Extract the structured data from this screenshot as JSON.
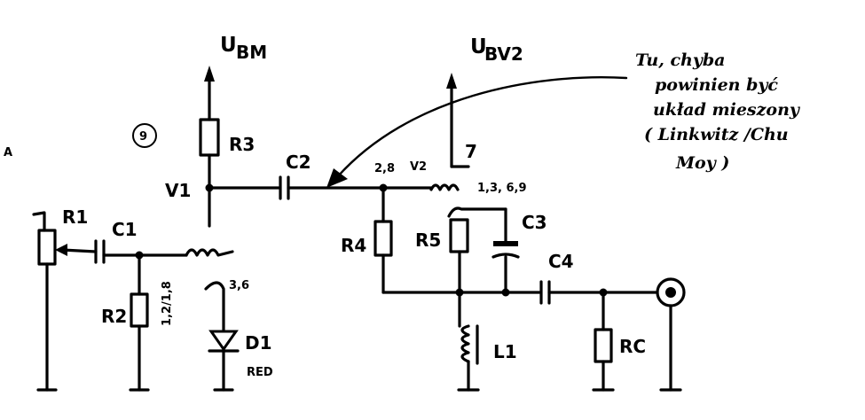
{
  "supply_left": "U",
  "supply_left_sub": "BM",
  "supply_right": "U",
  "supply_right_sub": "BV2",
  "circle_mark": "9",
  "edge_mark": "A",
  "labels": {
    "r1": "R1",
    "c1": "C1",
    "r2": "R2",
    "d1": "D1",
    "d1_color": "RED",
    "r3": "R3",
    "v1": "V1",
    "c2": "C2",
    "v2": "V2",
    "r4": "R4",
    "r5": "R5",
    "c3": "C3",
    "c4": "C4",
    "l1": "L1",
    "rc": "RC"
  },
  "annotations": {
    "r2_voltage": "1,2/1,8",
    "d1_voltage": "3,6",
    "node_voltage": "2,8",
    "v2_pin": "7",
    "r5_voltages": "1,3, 6,9"
  },
  "note_lines": [
    "Tu, chyba",
    "powinien być",
    "układ mieszony",
    "( Linkwitz /Chu",
    "Moy )"
  ]
}
